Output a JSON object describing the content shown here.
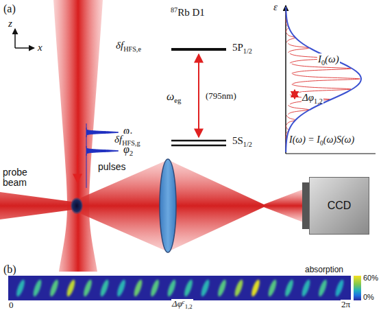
{
  "diagram": {
    "nodes": [
      {
        "text": [
          "CCD"
        ]
      }
    ],
    "labels": [
      "(a)",
      "z",
      "x",
      "φ",
      "1",
      "φ",
      "2",
      "pulses",
      "87",
      "Rb D1",
      "δf",
      "HFS,e",
      "5P",
      "1/2",
      "ω",
      "eg",
      "(795nm)",
      "δf",
      "HFS,g",
      "5S",
      "1/2",
      "ε",
      "I",
      "0",
      "(ω)",
      "Δφ",
      "1,2",
      "I(ω) = I",
      "0",
      "(ω)S(ω)",
      "probe beam",
      "(b)",
      "absorption",
      "60%",
      "0%",
      "0",
      "Δφ",
      "c",
      "1,2",
      "2π"
    ]
  }
}
